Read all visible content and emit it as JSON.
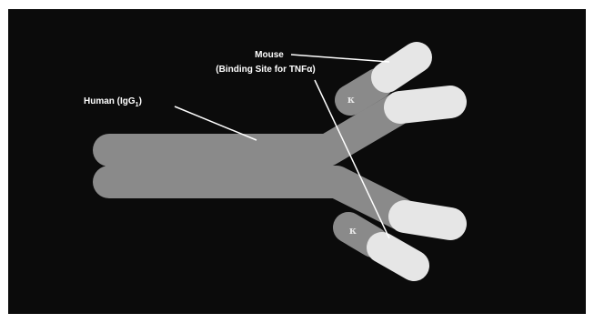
{
  "diagram": {
    "label_mouse": "Mouse",
    "label_binding_site": "(Binding Site for TNFα)",
    "label_human": "Human (IgG",
    "label_human_sub": "1",
    "label_human_close": ")",
    "kappa_top": "κ",
    "kappa_bottom": "κ"
  },
  "colors": {
    "background": "#0b0b0b",
    "human_region": "#8a8a8a",
    "mouse_region": "#e6e6e6",
    "text": "#ffffff"
  }
}
